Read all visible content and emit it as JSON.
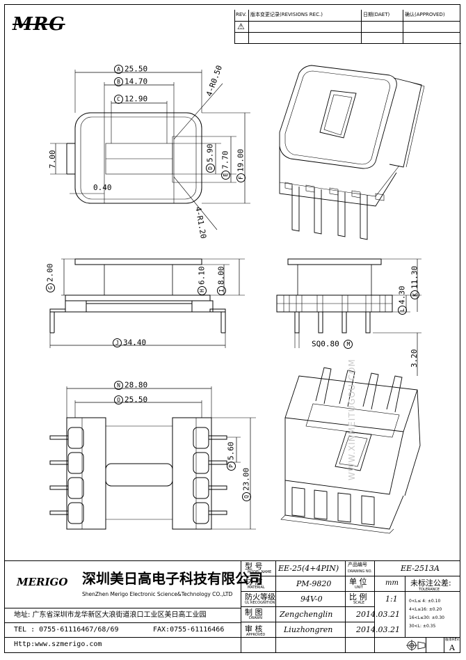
{
  "logo_top": "MRG",
  "revision_table": {
    "headers": [
      "REV.",
      "版本变更记录(REVISIONS REC.)",
      "日期(DAET)",
      "确认(APPROVED)"
    ],
    "row_mark": "⚠"
  },
  "dimensions": {
    "A": "25.50",
    "B": "14.70",
    "C": "12.90",
    "D": "5.90",
    "E": "7.70",
    "F": "19.00",
    "radius_top": "4-R0.50",
    "radius_bottom": "4-R1.20",
    "left_height": "7.00",
    "slot_gap": "0.40",
    "G": "2.00",
    "H": "6.10",
    "I": "8.00",
    "J": "34.40",
    "K": "11.30",
    "L": "4.30",
    "pin_sq": "SQ0.80",
    "M": "M",
    "pin_len": "3.20",
    "N": "28.80",
    "O": "25.50",
    "P": "5.60",
    "Q": "23.00"
  },
  "title_block": {
    "company_logo": "MERIGO",
    "company_cn": "深圳美日高电子科技有限公司",
    "company_en": "ShenZhen Merigo Electronic Science&Technology CO.,LTD",
    "address": "地址: 广东省深圳市龙华新区大浪街道浪口工业区美日高工业园",
    "tel": "TEL : 0755-61116467/68/69",
    "fax": "FAX:0755-61116466",
    "http": "Http:www.szmerigo.com",
    "model_label": "型  号",
    "model_sub": "MODEL NAME",
    "model_value": "EE-25(4+4PIN)",
    "drawing_label": "产品编号",
    "drawing_sub": "DRAWING NO.",
    "drawing_value": "EE-2513A",
    "material_label": "材  质",
    "material_sub": "MATERIAL",
    "material_value": "PM-9820",
    "unit_label": "单  位",
    "unit_sub": "UNIT",
    "unit_value": "mm",
    "tolerance_label": "未标注公差:",
    "tolerance_sub": "TOLERANCE",
    "flame_label": "防火等级",
    "flame_sub": "UL RECOGNITION",
    "flame_value": "94V-0",
    "scale_label": "比  例",
    "scale_sub": "SCALE",
    "scale_value": "1:1",
    "drawn_label": "制  图",
    "drawn_sub": "DRAWN",
    "drawn_value": "Zengchenglin",
    "drawn_date": "2014.03.21",
    "approved_label": "审  核",
    "approved_sub": "APPROVED",
    "approved_value": "Liuzhongren",
    "approved_date": "2014.03.21",
    "tol_rows": [
      "0<L≤ 4:  ±0.10",
      "4<L≤16:  ±0.20",
      "16<L≤30: ±0.30",
      "30<L:    ±0.35"
    ],
    "version_label": "版本REV.",
    "version_value": "A"
  },
  "watermark": "WWW.XINMEITUGOU.COM"
}
